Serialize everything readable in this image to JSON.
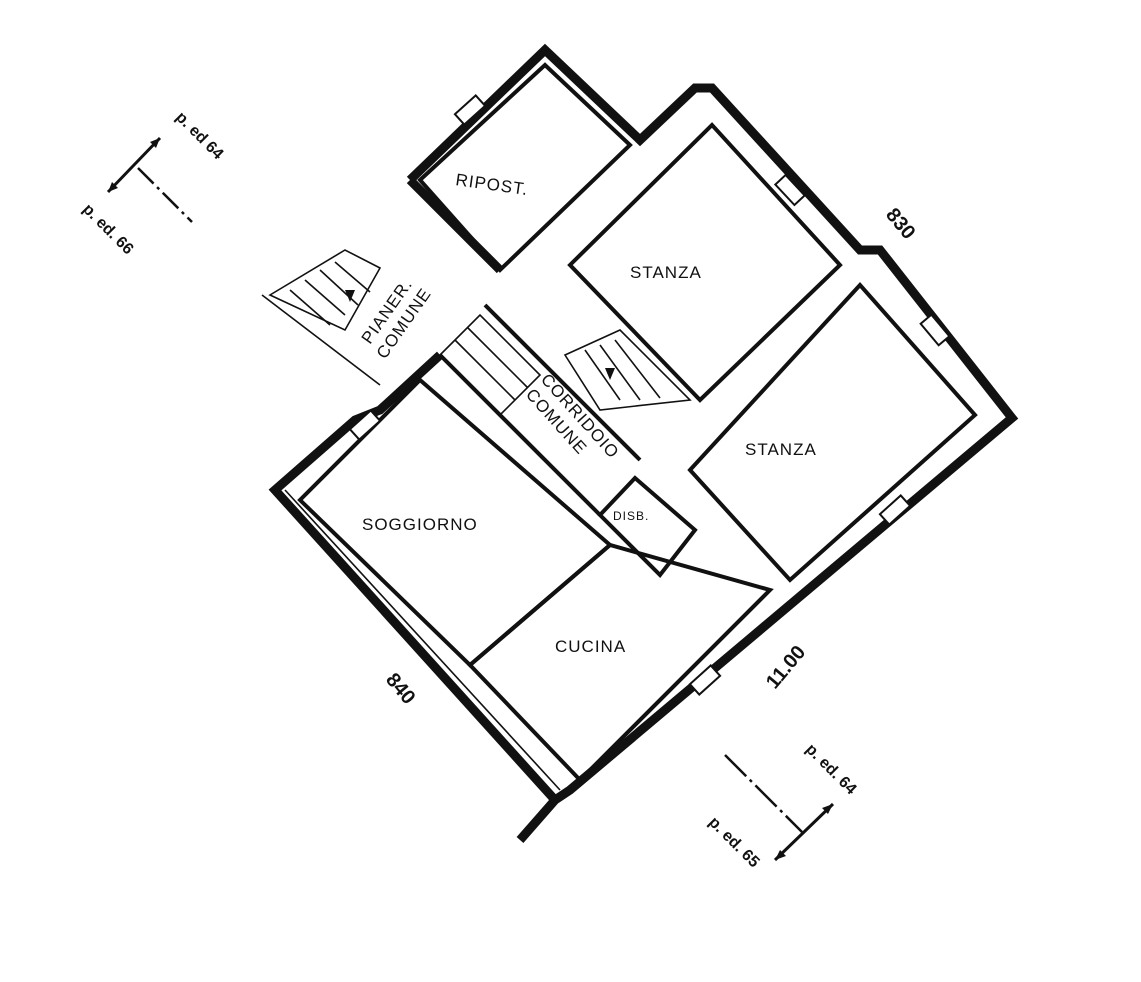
{
  "rooms": {
    "ripostiglio": "RIPOST.",
    "stanza_1": "STANZA",
    "stanza_2": "STANZA",
    "pianerottolo": [
      "PIANER.",
      "COMUNE"
    ],
    "corridoio": [
      "CORRIDOIO",
      "COMUNE"
    ],
    "soggiorno": "SOGGIORNO",
    "disimpegno": "DISB.",
    "cucina": "CUCINA"
  },
  "dimensions": {
    "right_width": "830",
    "left_width": "840",
    "length": "11.00"
  },
  "parcel_refs": {
    "top_left_a": "p. ed 64",
    "top_left_b": "p. ed. 66",
    "bottom_right_a": "p. ed. 64",
    "bottom_right_b": "p. ed. 65"
  }
}
